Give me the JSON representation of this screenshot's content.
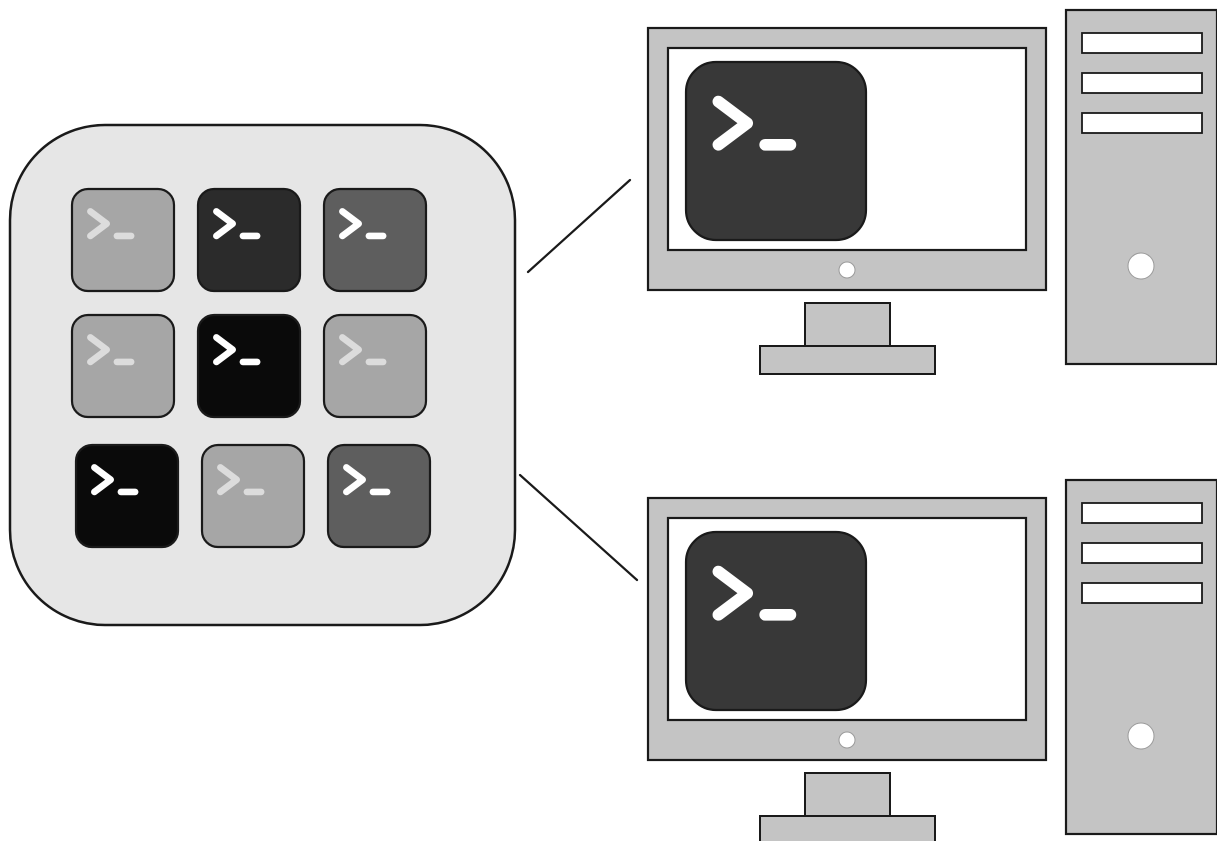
{
  "colors": {
    "background": "#ffffff",
    "outline": "#1a1a1a",
    "panel_fill": "#e6e6e6",
    "monitor_body": "#c4c4c4",
    "screen_fill": "#ffffff",
    "terminal_dark": "#383838",
    "prompt_glyph": "#ffffff",
    "tower_body": "#c4c4c4",
    "tower_slot": "#ffffff",
    "power_dot": "#ffffff"
  },
  "terminal_icon": {
    "icon": "terminal-icon",
    "glyph": ">_"
  },
  "container_grid": {
    "name": "terminal-grid-panel",
    "rows": 3,
    "cols": 3,
    "tiles": [
      {
        "shade": "#a6a6a6",
        "glyph_color": "#dcdcdc"
      },
      {
        "shade": "#2b2b2b",
        "glyph_color": "#ffffff"
      },
      {
        "shade": "#5e5e5e",
        "glyph_color": "#ffffff"
      },
      {
        "shade": "#a6a6a6",
        "glyph_color": "#dcdcdc"
      },
      {
        "shade": "#0a0a0a",
        "glyph_color": "#ffffff"
      },
      {
        "shade": "#a6a6a6",
        "glyph_color": "#dcdcdc"
      },
      {
        "shade": "#0a0a0a",
        "glyph_color": "#ffffff"
      },
      {
        "shade": "#a6a6a6",
        "glyph_color": "#dcdcdc"
      },
      {
        "shade": "#5e5e5e",
        "glyph_color": "#ffffff"
      }
    ]
  },
  "computers": [
    {
      "name": "computer-top",
      "monitor_icon": "monitor-icon",
      "tower_icon": "desktop-tower-icon",
      "drive_bays": 3
    },
    {
      "name": "computer-bottom",
      "monitor_icon": "monitor-icon",
      "tower_icon": "desktop-tower-icon",
      "drive_bays": 3
    }
  ],
  "connectors": [
    {
      "name": "connector-to-top-computer"
    },
    {
      "name": "connector-to-bottom-computer"
    }
  ]
}
